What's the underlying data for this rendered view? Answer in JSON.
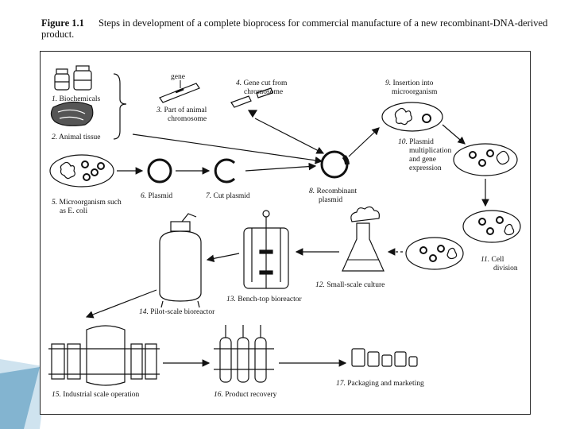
{
  "figure": {
    "label": "Figure 1.1",
    "title": "Steps in development of a complete bioprocess for commercial manufacture of a new recombinant-DNA-derived product."
  },
  "colors": {
    "slide_accent_light": "#cfe3ef",
    "slide_accent_dark": "#6fa8c8",
    "ink": "#111111"
  },
  "diagram": {
    "gene_label": "gene",
    "steps": [
      {
        "n": "1.",
        "lines": [
          "Biochemicals"
        ]
      },
      {
        "n": "2.",
        "lines": [
          "Animal tissue"
        ]
      },
      {
        "n": "3.",
        "lines": [
          "Part of animal",
          "chromosome"
        ]
      },
      {
        "n": "4.",
        "lines": [
          "Gene cut from",
          "chromosome"
        ]
      },
      {
        "n": "5.",
        "lines": [
          "Microorganism such",
          "as E. coli"
        ]
      },
      {
        "n": "6.",
        "lines": [
          "Plasmid"
        ]
      },
      {
        "n": "7.",
        "lines": [
          "Cut plasmid"
        ]
      },
      {
        "n": "8.",
        "lines": [
          "Recombinant",
          "plasmid"
        ]
      },
      {
        "n": "9.",
        "lines": [
          "Insertion into",
          "microorganism"
        ]
      },
      {
        "n": "10.",
        "lines": [
          "Plasmid",
          "multiplication",
          "and gene",
          "expression"
        ]
      },
      {
        "n": "11.",
        "lines": [
          "Cell",
          "division"
        ]
      },
      {
        "n": "12.",
        "lines": [
          "Small-scale culture"
        ]
      },
      {
        "n": "13.",
        "lines": [
          "Bench-top bioreactor"
        ]
      },
      {
        "n": "14.",
        "lines": [
          "Pilot-scale bioreactor"
        ]
      },
      {
        "n": "15.",
        "lines": [
          "Industrial scale operation"
        ]
      },
      {
        "n": "16.",
        "lines": [
          "Product recovery"
        ]
      },
      {
        "n": "17.",
        "lines": [
          "Packaging and marketing"
        ]
      }
    ]
  }
}
